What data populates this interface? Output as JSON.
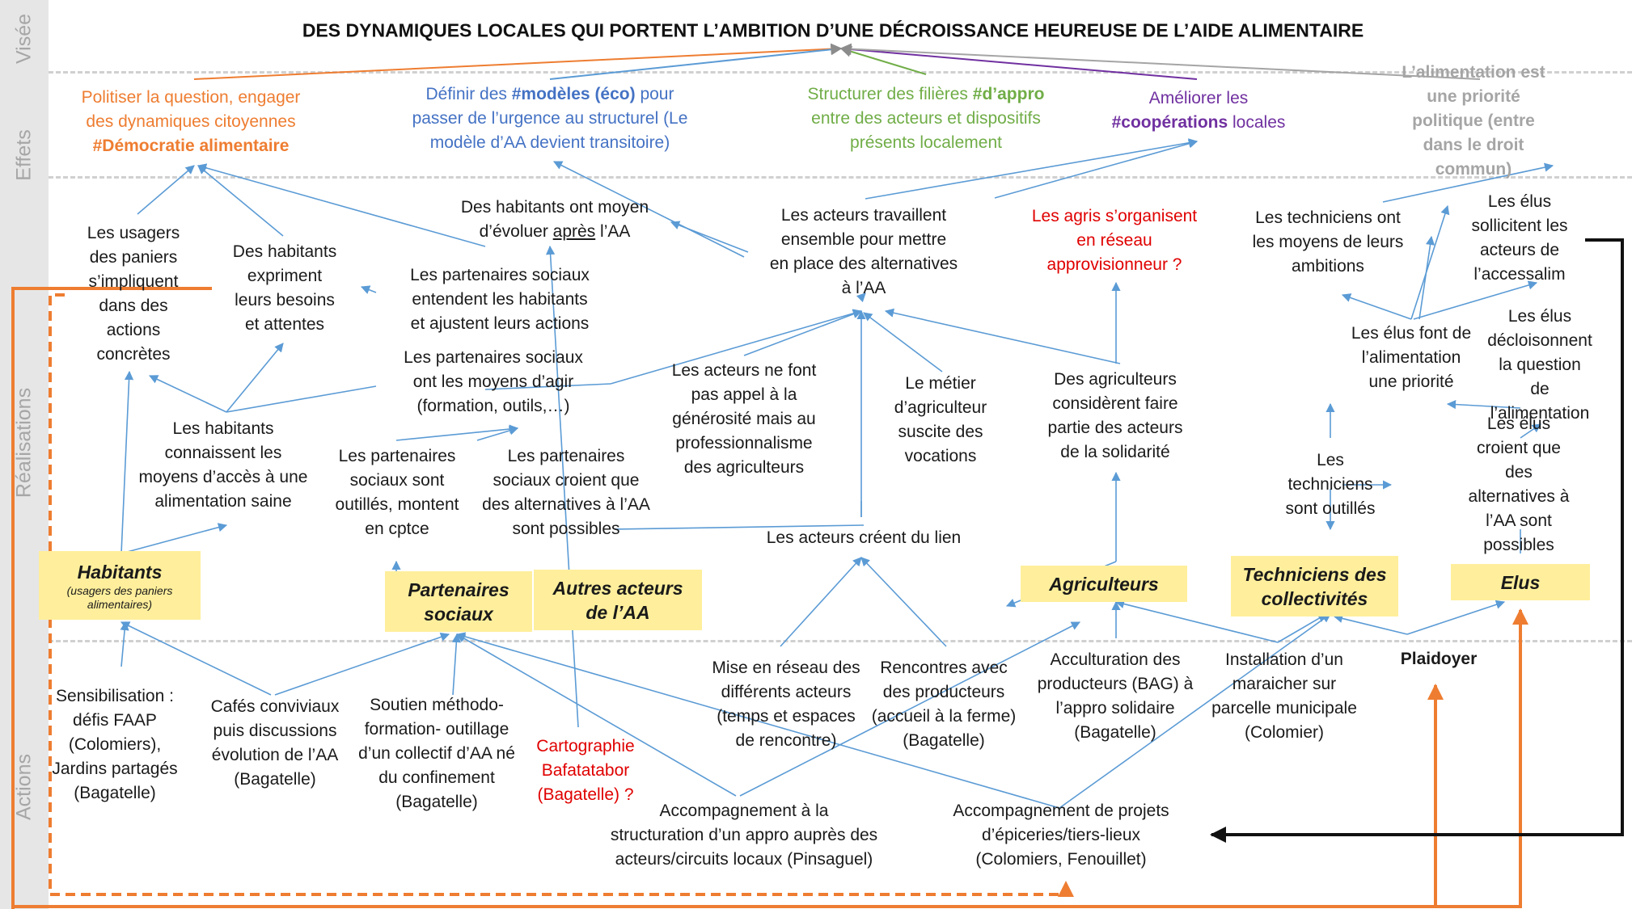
{
  "title": "DES DYNAMIQUES LOCALES QUI PORTENT L’AMBITION D’UNE DÉCROISSANCE HEUREUSE DE L’AIDE ALIMENTAIRE",
  "bands": {
    "vise": "Visée",
    "effets": "Effets",
    "realisations": "Réalisations",
    "actions": "Actions"
  },
  "effets": {
    "politiser": {
      "pre": "Politiser la question, engager\ndes dynamiques citoyennes\n",
      "bold": "#Démocratie alimentaire"
    },
    "modeles": {
      "pre": "Définir des ",
      "bold": "#modèles (éco)",
      "post": " pour\npasser de l’urgence au structurel (Le\nmodèle d’AA devient transitoire)"
    },
    "filieres": {
      "pre": "Structurer des filières ",
      "bold": "#d’appro",
      "post": "\nentre des acteurs et dispositifs\nprésents localement"
    },
    "cooperations": {
      "pre": "Améliorer les\n",
      "bold": "#coopérations",
      "post": " locales"
    },
    "priorite": "L’alimentation est une priorité\npolitique (entre dans le droit\ncommun)"
  },
  "realisations": {
    "usagers": "Les usagers\ndes paniers\ns’impliquent\ndans des\nactions\nconcrètes",
    "expriment": "Des habitants\nexpriment\nleurs besoins\net attentes",
    "evoluer_pre": "Des habitants ont moyen\nd’évoluer ",
    "evoluer_u": "après",
    "evoluer_post": " l’AA",
    "entendent": "Les partenaires sociaux\nentendent les habitants\net ajustent leurs actions",
    "travaillent": "Les acteurs travaillent\nensemble pour mettre\nen place des alternatives\nà l’AA",
    "agris_reseau": "Les agris s’organisent\nen réseau\napprovisionneur ?",
    "techniciens_ambitions": "Les techniciens ont\nles moyens de leurs\nambitions",
    "elus_sollicitent": "Les élus\nsollicitent les\nacteurs de\nl’accessalim",
    "moyens_agir": "Les partenaires sociaux\nont les moyens d’agir\n(formation, outils,…)",
    "generosite": "Les acteurs ne font\npas appel à la\ngénérosité mais au\nprofessionnalisme\ndes agriculteurs",
    "metier": "Le métier\nd’agriculteur\nsuscite des\nvocations",
    "agris_solidarite": "Des agriculteurs\nconsidèrent faire\npartie des acteurs\nde la solidarité",
    "elus_priorite": "Les élus font de\nl’alimentation\nune priorité",
    "elus_decloisonnent": "Les élus\ndécloisonnent\nla question de\nl’alimentation",
    "connaissent": "Les habitants\nconnaissent les\nmoyens d’accès à une\nalimentation saine",
    "outilles": "Les partenaires\nsociaux sont\noutillés, montent\nen cptce",
    "croient": "Les partenaires\nsociaux croient que\ndes alternatives à l’AA\nsont possibles",
    "lien": "Les acteurs créent du lien",
    "tech_outilles": "Les\ntechniciens\nsont outillés",
    "elus_croient": "Les élus croient que\ndes alternatives à\nl’AA sont possibles"
  },
  "actors": {
    "habitants": "Habitants",
    "habitants_sub": "(usagers des paniers\nalimentaires)",
    "partenaires": "Partenaires\nsociaux",
    "autres": "Autres acteurs\nde l’AA",
    "agriculteurs": "Agriculteurs",
    "techniciens": "Techniciens des\ncollectivités",
    "elus": "Elus"
  },
  "actions": {
    "sensibilisation": "Sensibilisation :\ndéfis FAAP\n(Colomiers),\nJardins partagés\n(Bagatelle)",
    "cafes": "Cafés conviviaux\npuis discussions\névolution de l’AA\n(Bagatelle)",
    "soutien": "Soutien méthodo-\nformation- outillage\nd’un collectif d’AA né\ndu confinement\n(Bagatelle)",
    "cartographie": "Cartographie\nBafatatabor\n(Bagatelle) ?",
    "reseau": "Mise en réseau des\ndifférents acteurs\n(temps et espaces\nde rencontre)",
    "rencontres": "Rencontres avec\ndes producteurs\n(accueil à la ferme)\n(Bagatelle)",
    "acculturation": "Acculturation des\nproducteurs (BAG) à\nl’appro solidaire\n(Bagatelle)",
    "installation": "Installation d’un\nmaraicher sur\nparcelle municipale\n(Colomier)",
    "plaidoyer": "Plaidoyer",
    "accompagnement_appro": "Accompagnement à la\nstructuration d’un appro auprès des\nacteurs/circuits locaux (Pinsaguel)",
    "accompagnement_projets": "Accompagnement de projets\nd’épiceries/tiers-lieux\n(Colomiers, Fenouillet)"
  },
  "colors": {
    "arrow_blue": "#5b9bd5",
    "orange": "#ee7d31",
    "red": "#e00000",
    "blue_text": "#4472c4",
    "green_text": "#70ad47",
    "purple_text": "#7030a0",
    "grey_text": "#a5a5a5",
    "actor_fill": "#ffef9c"
  }
}
